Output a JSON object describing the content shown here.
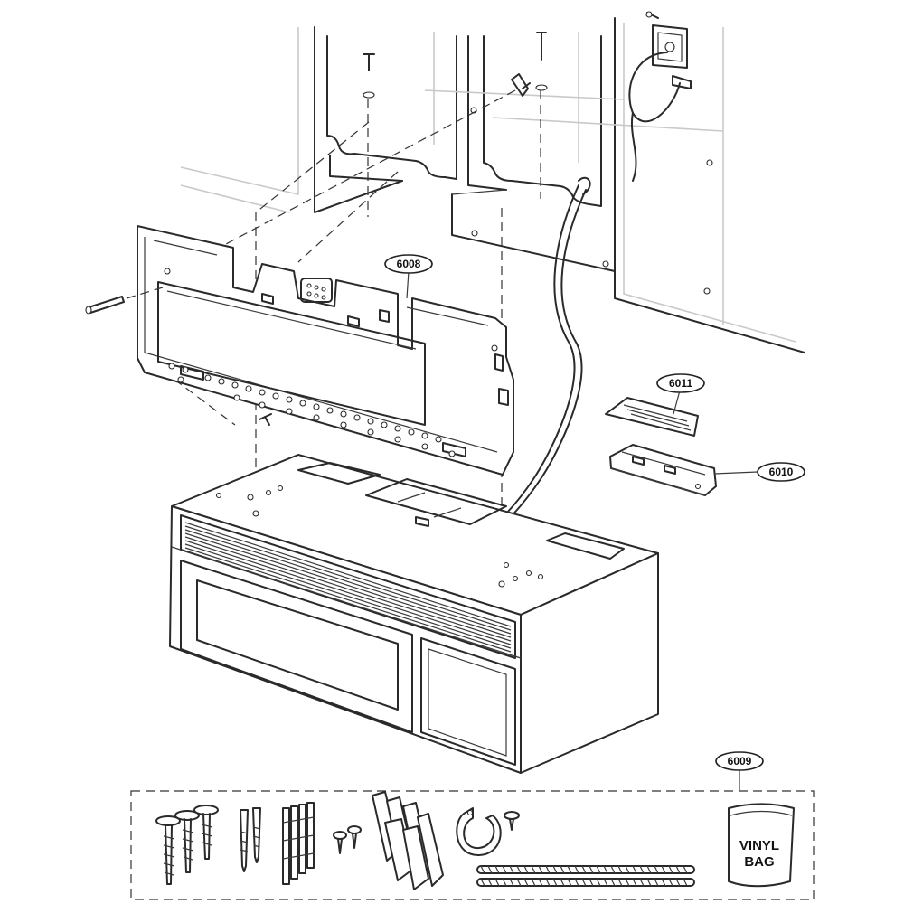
{
  "diagram": {
    "labels": {
      "mounting_plate": "6008",
      "parts_kit": "6009",
      "damper_bottom": "6010",
      "damper_top": "6011"
    },
    "bag_text": {
      "line1": "VINYL",
      "line2": "BAG"
    }
  }
}
